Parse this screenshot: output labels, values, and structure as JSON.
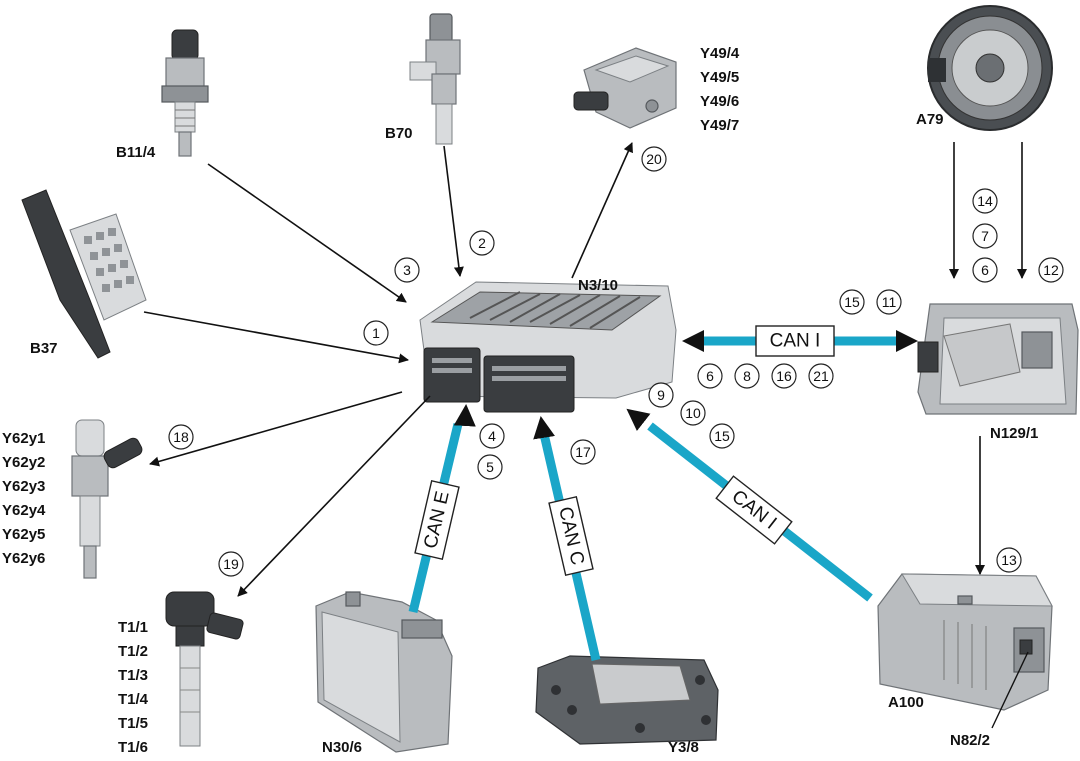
{
  "components": {
    "b11_4": "B11/4",
    "b70": "B70",
    "y49": [
      "Y49/4",
      "Y49/5",
      "Y49/6",
      "Y49/7"
    ],
    "a79": "A79",
    "b37": "B37",
    "n3_10": "N3/10",
    "n129_1": "N129/1",
    "y62": [
      "Y62y1",
      "Y62y2",
      "Y62y3",
      "Y62y4",
      "Y62y5",
      "Y62y6"
    ],
    "t1": [
      "T1/1",
      "T1/2",
      "T1/3",
      "T1/4",
      "T1/5",
      "T1/6"
    ],
    "n30_6": "N30/6",
    "y3_8": "Y3/8",
    "a100": "A100",
    "n82_2": "N82/2"
  },
  "signals": {
    "s1": "1",
    "s2": "2",
    "s3": "3",
    "s4": "4",
    "s5": "5",
    "s6_top": "6",
    "s7": "7",
    "s14": "14",
    "s12": "12",
    "s15_top": "15",
    "s11": "11",
    "s6": "6",
    "s8": "8",
    "s16": "16",
    "s21": "21",
    "s9": "9",
    "s10": "10",
    "s15": "15",
    "s13": "13",
    "s17": "17",
    "s18": "18",
    "s19": "19",
    "s20": "20"
  },
  "buses": {
    "can_i_horizontal": "CAN I",
    "can_e": "CAN E",
    "can_c": "CAN C",
    "can_i_diagonal": "CAN I"
  },
  "colors": {
    "bus_line": "#1aa6c8",
    "arrow": "#111111"
  }
}
